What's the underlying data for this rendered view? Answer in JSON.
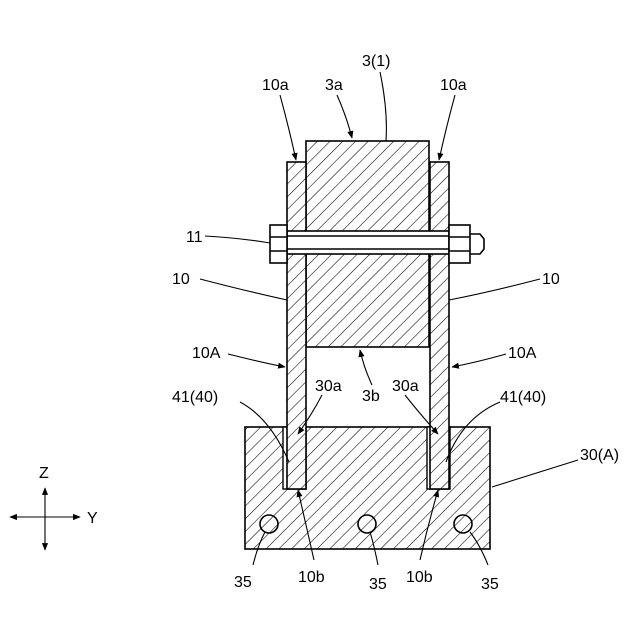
{
  "labels": {
    "l_3_1": "3(1)",
    "l_3a": "3a",
    "l_10a_left": "10a",
    "l_10a_right": "10a",
    "l_11": "11",
    "l_10_left": "10",
    "l_10_right": "10",
    "l_10A_left": "10A",
    "l_10A_right": "10A",
    "l_3b": "3b",
    "l_30a_left": "30a",
    "l_30a_right": "30a",
    "l_41_40_left": "41(40)",
    "l_41_40_right": "41(40)",
    "l_30_A": "30(A)",
    "l_35_left": "35",
    "l_35_mid": "35",
    "l_35_right": "35",
    "l_10b_left": "10b",
    "l_10b_right": "10b"
  },
  "axes": {
    "z": "Z",
    "y": "Y"
  }
}
